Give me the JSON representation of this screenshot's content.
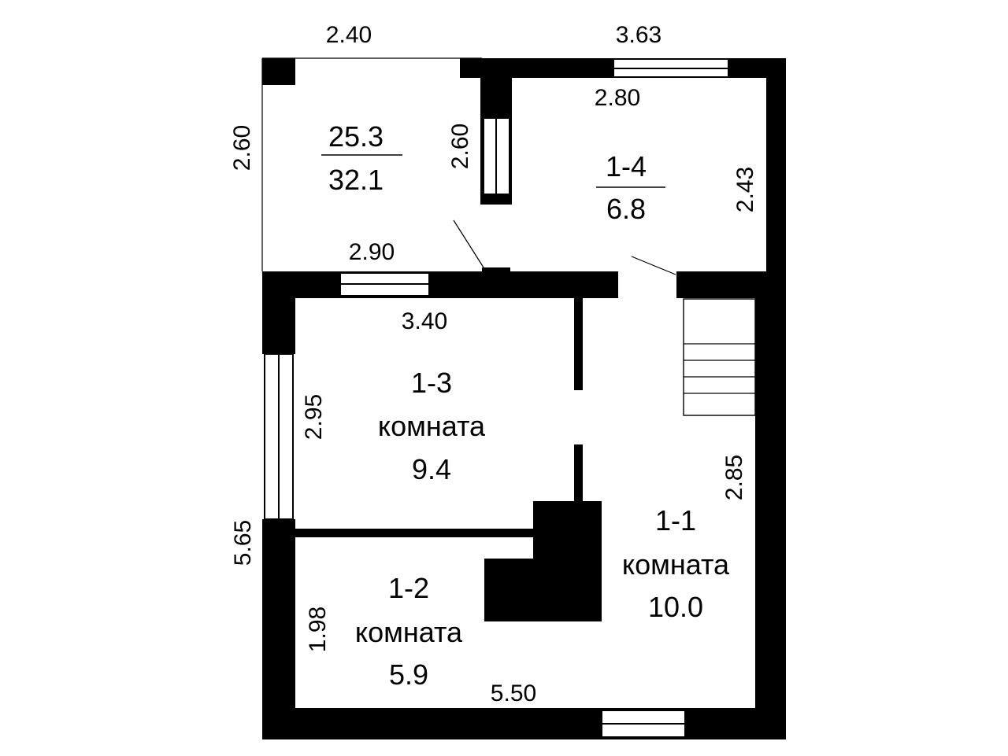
{
  "dimensions": {
    "terrace_width": "2.40",
    "terrace_height": "2.60",
    "terrace_inner_height": "2.60",
    "terrace_bottom": "2.90",
    "room_1_4_top_outer": "3.63",
    "room_1_4_top_inner": "2.80",
    "room_1_4_right": "2.43",
    "room_1_3_top": "3.40",
    "room_1_3_left": "2.95",
    "room_1_1_right": "2.85",
    "overall_left": "5.65",
    "room_1_2_left": "1.98",
    "overall_bottom": "5.50"
  },
  "terrace": {
    "area_top": "25.3",
    "area_bottom": "32.1"
  },
  "rooms": {
    "r14": {
      "number": "1-4",
      "area": "6.8"
    },
    "r13": {
      "number": "1-3",
      "name": "комната",
      "area": "9.4"
    },
    "r11": {
      "number": "1-1",
      "name": "комната",
      "area": "10.0"
    },
    "r12": {
      "number": "1-2",
      "name": "комната",
      "area": "5.9"
    }
  }
}
